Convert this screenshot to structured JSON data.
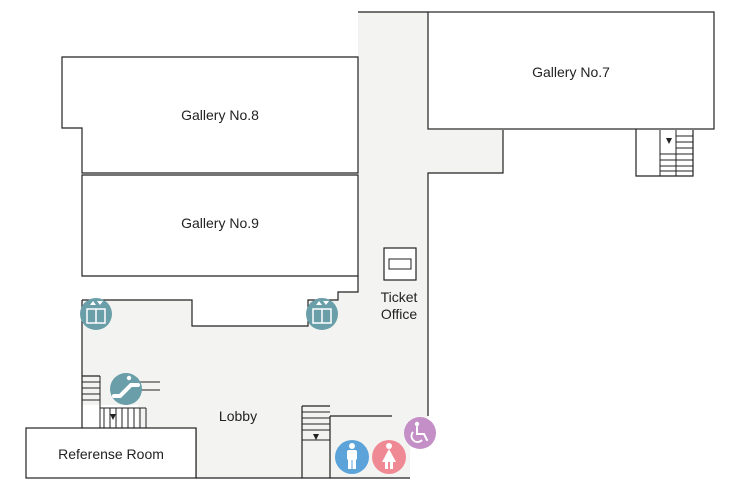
{
  "rooms": {
    "gallery7": "Gallery No.7",
    "gallery8": "Gallery No.8",
    "gallery9": "Gallery No.9",
    "reference_room": "Referense Room"
  },
  "areas": {
    "lobby": "Lobby",
    "ticket_office_line1": "Ticket",
    "ticket_office_line2": "Office"
  },
  "icons": {
    "elevator": "elevator-icon",
    "escalator": "escalator-icon",
    "mens_restroom": "mens-restroom-icon",
    "womens_restroom": "womens-restroom-icon",
    "accessible": "wheelchair-icon"
  },
  "colors": {
    "floor": "#f3f4f2",
    "elevator": "#6a9ea8",
    "mens": "#5ba3d9",
    "womens": "#ef8a95",
    "accessible": "#c48fc7"
  }
}
